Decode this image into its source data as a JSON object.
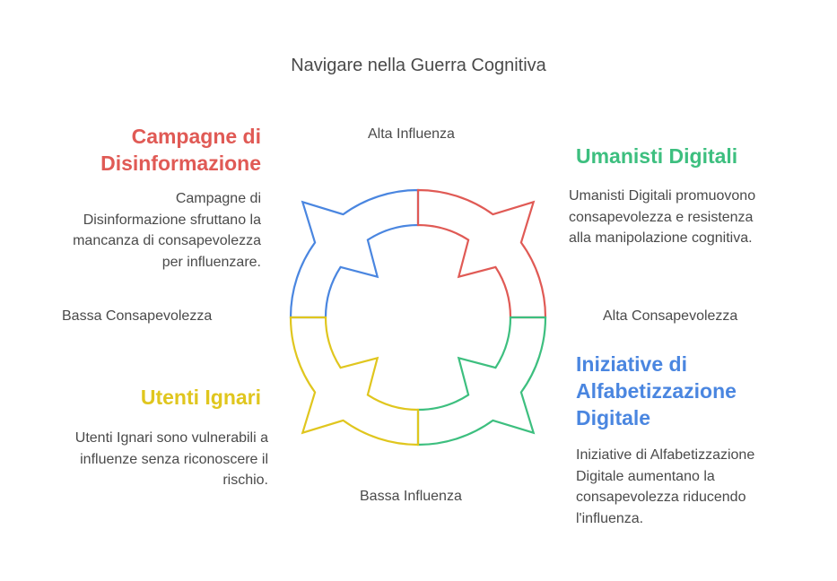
{
  "title": "Navigare nella Guerra Cognitiva",
  "axes": {
    "top": "Alta Influenza",
    "bottom": "Bassa Influenza",
    "left": "Bassa Consapevolezza",
    "right": "Alta Consapevolezza"
  },
  "quadrants": [
    {
      "id": "top-left",
      "heading": "Campagne di Disinformazione",
      "heading_lines": [
        "Campagne di",
        "Disinformazione"
      ],
      "description_lines": [
        "Campagne di",
        "Disinformazione sfruttano la",
        "mancanza di consapevolezza",
        "per influenzare."
      ],
      "color": "#e05a55"
    },
    {
      "id": "top-right",
      "heading": "Umanisti Digitali",
      "heading_lines": [
        "Umanisti Digitali"
      ],
      "description_lines": [
        "Umanisti Digitali promuovono",
        "consapevolezza e resistenza",
        "alla manipolazione cognitiva."
      ],
      "color": "#3dbf7f"
    },
    {
      "id": "bottom-left",
      "heading": "Utenti Ignari",
      "heading_lines": [
        "Utenti Ignari"
      ],
      "description_lines": [
        "Utenti Ignari sono vulnerabili a",
        "influenze senza riconoscere il",
        "rischio."
      ],
      "color": "#e0c61e"
    },
    {
      "id": "bottom-right",
      "heading": "Iniziative di Alfabetizzazione Digitale",
      "heading_lines": [
        "Iniziative di",
        "Alfabetizzazione",
        "Digitale"
      ],
      "description_lines": [
        "Iniziative di Alfabetizzazione",
        "Digitale aumentano la",
        "consapevolezza riducendo",
        "l'influenza."
      ],
      "color": "#4a86e0"
    }
  ],
  "ring_segments": [
    {
      "name": "ring-segment-top-left",
      "color": "#4a86e0"
    },
    {
      "name": "ring-segment-top-right",
      "color": "#e05a55"
    },
    {
      "name": "ring-segment-bottom-right",
      "color": "#3dbf7f"
    },
    {
      "name": "ring-segment-bottom-left",
      "color": "#e0c61e"
    }
  ]
}
